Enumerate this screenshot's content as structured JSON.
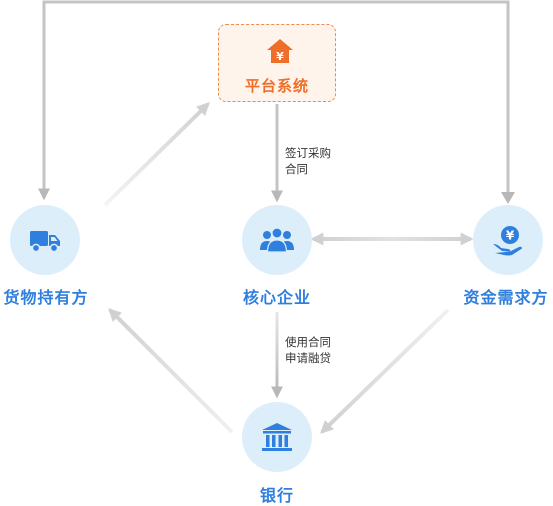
{
  "platform": {
    "label": "平台系统",
    "icon": "house-yen-icon"
  },
  "nodes": {
    "goods_holder": {
      "label": "货物持有方",
      "icon": "truck-icon"
    },
    "core_enterprise": {
      "label": "核心企业",
      "icon": "people-group-icon"
    },
    "fund_demander": {
      "label": "资金需求方",
      "icon": "hand-yen-coin-icon"
    },
    "bank": {
      "label": "银行",
      "icon": "bank-building-icon"
    }
  },
  "edges": {
    "sign_contract": {
      "line1": "签订采购",
      "line2": "合同"
    },
    "use_contract": {
      "line1": "使用合同",
      "line2": "申请融贷"
    }
  },
  "colors": {
    "node_blue": "#2f7fde",
    "node_bg": "#ddeefb",
    "platform_orange": "#ef6f2a",
    "platform_bg": "#fff4ec",
    "arrow_dark": "#b5b5b5",
    "arrow_light": "#e6e6e6"
  }
}
